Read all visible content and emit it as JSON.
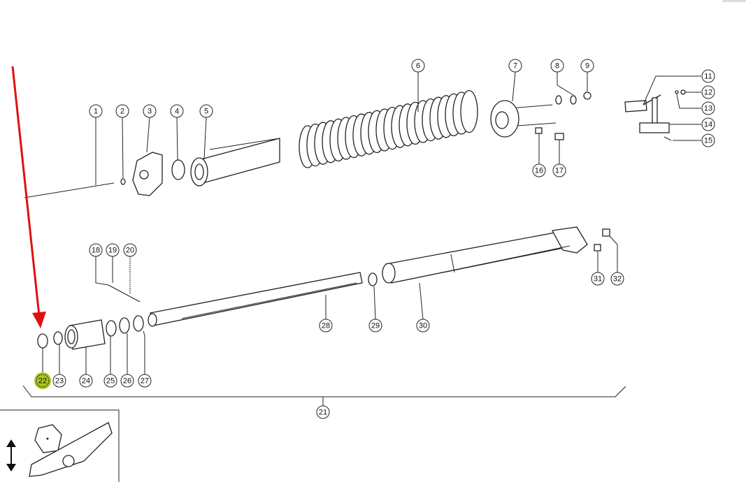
{
  "title": "Exploded parts diagram",
  "callouts": [
    "1",
    "2",
    "3",
    "4",
    "5",
    "6",
    "7",
    "8",
    "9",
    "11",
    "12",
    "13",
    "14",
    "15",
    "16",
    "17",
    "18",
    "19",
    "20",
    "21",
    "22",
    "23",
    "24",
    "25",
    "26",
    "27",
    "28",
    "29",
    "30",
    "31",
    "32"
  ],
  "highlighted_callout": "22",
  "colors": {
    "highlight": "#a8c81e",
    "arrow": "#e01010",
    "line": "#222222"
  },
  "inset": {
    "icon": "vertical-adjust-arrow-icon"
  }
}
